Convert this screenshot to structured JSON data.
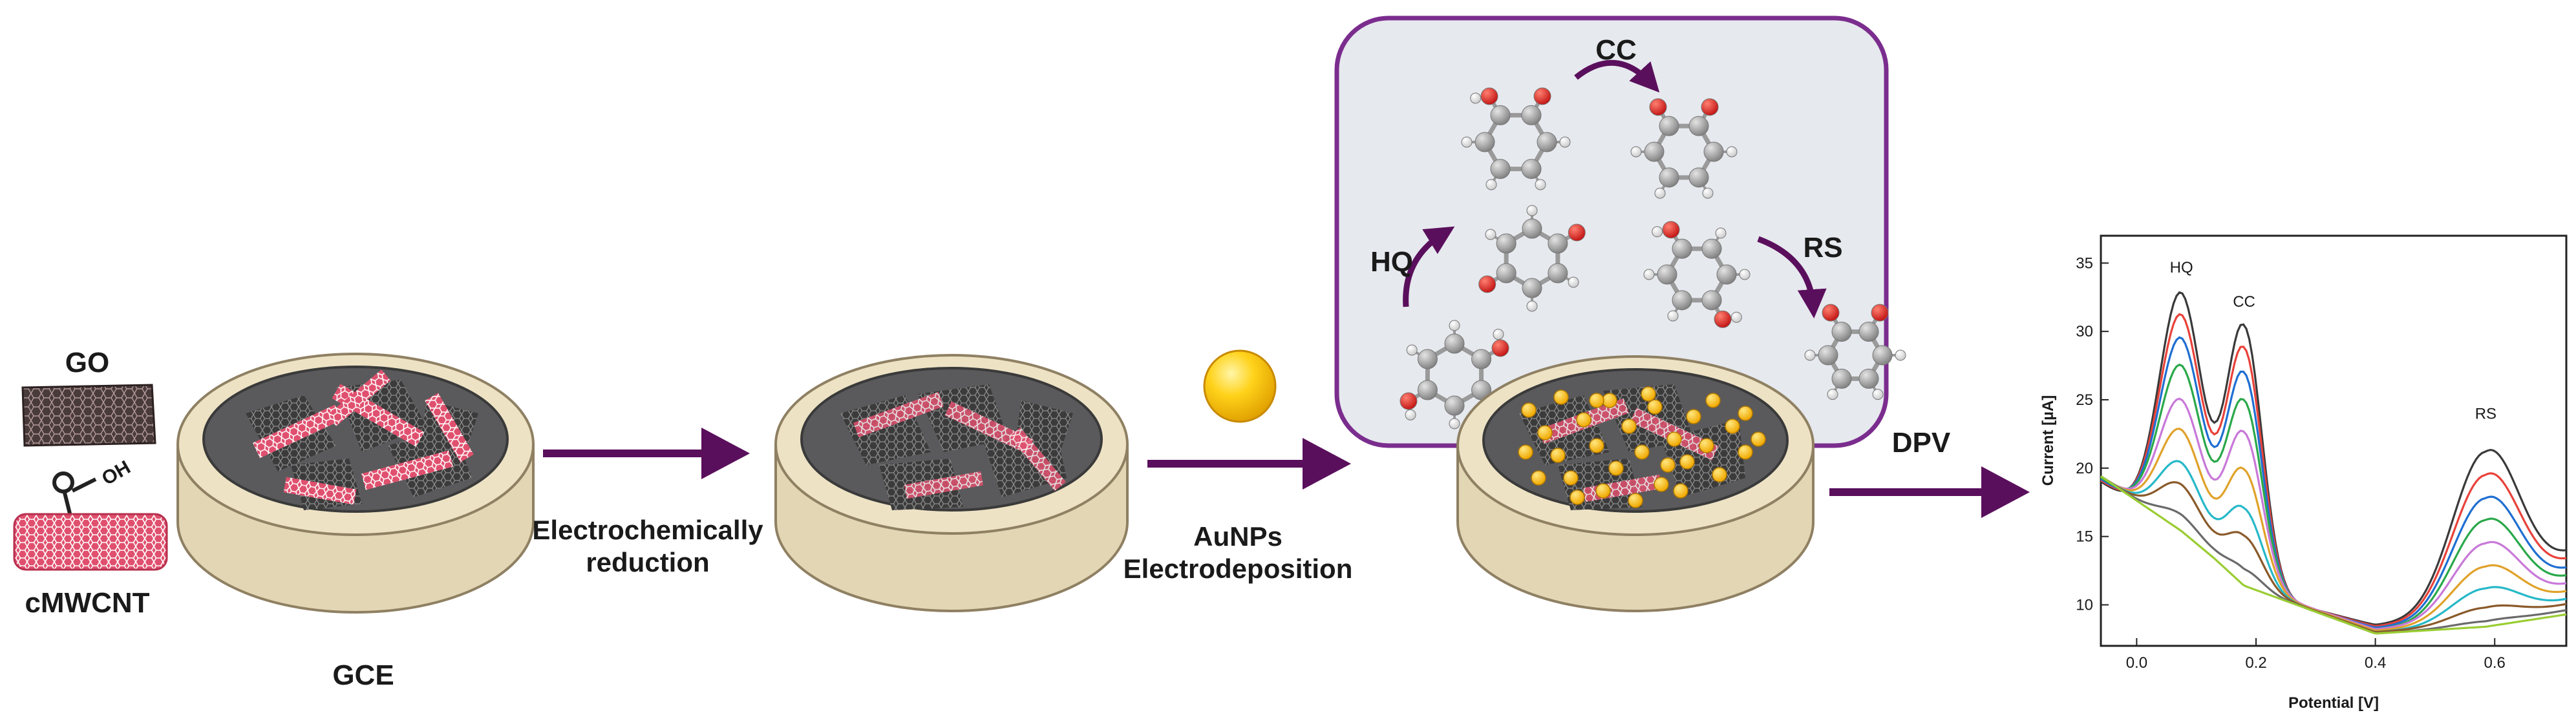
{
  "labels": {
    "go": "GO",
    "oh": "OH",
    "cmwcnt": "cMWCNT",
    "gce": "GCE",
    "step1_line1": "Electrochemically",
    "step1_line2": "reduction",
    "step2_line1": "AuNPs",
    "step2_line2": "Electrodeposition",
    "cc": "CC",
    "hq": "HQ",
    "rs": "RS",
    "dpv": "DPV"
  },
  "colors": {
    "arrow": "#5a0f5c",
    "panel_border": "#7b2d8e",
    "panel_fill": "#e6e9ee",
    "disk_rim": "#e8dcbc",
    "disk_edge": "#8f8063",
    "well": "#5a5a5c",
    "cnt": "#e0506e",
    "gold": "#f6b400",
    "oxygen": "#e0201c",
    "carbon": "#a9a9a9",
    "hydrogen": "#f2f2f2"
  },
  "chart_data": {
    "type": "line",
    "xlabel": "Potential [V]",
    "ylabel": "Current [µA]",
    "xlim": [
      -0.06,
      0.72
    ],
    "ylim": [
      7,
      37
    ],
    "xticks": [
      "0.0",
      "0.2",
      "0.4",
      "0.6"
    ],
    "yticks": [
      "10",
      "15",
      "20",
      "25",
      "30",
      "35"
    ],
    "xtick_values": [
      0.0,
      0.2,
      0.4,
      0.6
    ],
    "ytick_values": [
      10,
      15,
      20,
      25,
      30,
      35
    ],
    "peak_labels": [
      {
        "text": "HQ",
        "x": 0.075,
        "y": 34.3
      },
      {
        "text": "CC",
        "x": 0.18,
        "y": 31.8
      },
      {
        "text": "RS",
        "x": 0.585,
        "y": 23.6
      }
    ],
    "series": [
      {
        "color": "#3a3a3a",
        "values": [
          19.0,
          32.8,
          21.8,
          30.2,
          8.5,
          21.2,
          13.4
        ]
      },
      {
        "color": "#e8423a",
        "values": [
          19.1,
          31.2,
          21.4,
          28.6,
          8.4,
          19.5,
          12.9
        ]
      },
      {
        "color": "#1f6fd1",
        "values": [
          19.2,
          29.5,
          21.0,
          26.8,
          8.3,
          17.8,
          12.3
        ]
      },
      {
        "color": "#2aa84a",
        "values": [
          19.3,
          27.5,
          20.5,
          24.8,
          8.2,
          16.2,
          11.8
        ]
      },
      {
        "color": "#c878d8",
        "values": [
          19.4,
          25.0,
          19.6,
          22.5,
          8.2,
          14.5,
          11.3
        ]
      },
      {
        "color": "#e0a22a",
        "values": [
          19.4,
          22.8,
          18.0,
          19.8,
          8.1,
          12.8,
          10.8
        ]
      },
      {
        "color": "#26b8c8",
        "values": [
          19.4,
          20.4,
          16.2,
          17.0,
          8.0,
          11.2,
          10.3
        ]
      },
      {
        "color": "#8a5a2a",
        "values": [
          19.4,
          18.8,
          14.8,
          15.0,
          8.0,
          9.8,
          10.0
        ]
      },
      {
        "color": "#6a6a6a",
        "values": [
          19.4,
          16.6,
          13.2,
          12.6,
          7.9,
          8.8,
          9.6
        ]
      },
      {
        "color": "#9acd32",
        "values": [
          19.4,
          14.5,
          12.0,
          10.8,
          7.9,
          8.3,
          9.3
        ]
      }
    ]
  }
}
